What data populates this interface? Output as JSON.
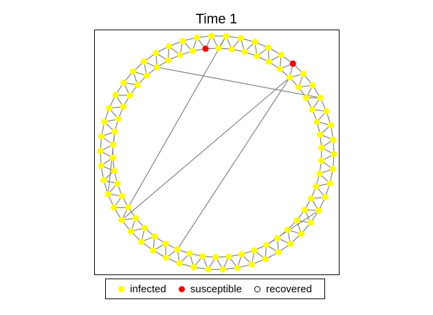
{
  "title": "Time 1",
  "colors": {
    "infected": "#ffff00",
    "susceptible": "#ff0000",
    "recovered": "#ffffff",
    "edge": "#808080",
    "frame": "#000000"
  },
  "legend": [
    {
      "key": "infected",
      "label": "infected"
    },
    {
      "key": "susceptible",
      "label": "susceptible"
    },
    {
      "key": "recovered",
      "label": "recovered"
    }
  ],
  "network": {
    "node_count": 100,
    "ring_neighbors": 2,
    "node_states": [
      "infected",
      "infected",
      "infected",
      "infected",
      "infected",
      "infected",
      "infected",
      "infected",
      "infected",
      "infected",
      "infected",
      "infected",
      "infected",
      "infected",
      "infected",
      "infected",
      "infected",
      "infected",
      "infected",
      "infected",
      "infected",
      "infected",
      "infected",
      "infected",
      "infected",
      "infected",
      "infected",
      "infected",
      "infected",
      "infected",
      "infected",
      "infected",
      "infected",
      "infected",
      "infected",
      "infected",
      "infected",
      "infected",
      "infected",
      "infected",
      "infected",
      "infected",
      "infected",
      "infected",
      "infected",
      "infected",
      "infected",
      "infected",
      "infected",
      "infected",
      "infected",
      "infected",
      "infected",
      "infected",
      "infected",
      "infected",
      "infected",
      "infected",
      "infected",
      "infected",
      "infected",
      "infected",
      "infected",
      "infected",
      "infected",
      "infected",
      "infected",
      "infected",
      "infected",
      "infected",
      "infected",
      "infected",
      "infected",
      "infected",
      "infected",
      "infected",
      "infected",
      "infected",
      "infected",
      "infected",
      "infected",
      "infected",
      "infected",
      "infected",
      "infected",
      "infected",
      "susceptible",
      "infected",
      "infected",
      "infected",
      "infected",
      "infected",
      "infected",
      "infected",
      "infected",
      "infected",
      "infected",
      "infected",
      "infected",
      "susceptible"
    ],
    "shortcuts": [
      [
        85,
        41
      ],
      [
        85,
        32
      ],
      [
        7,
        80
      ],
      [
        96,
        31
      ],
      [
        19,
        28
      ],
      [
        64,
        55
      ]
    ]
  }
}
